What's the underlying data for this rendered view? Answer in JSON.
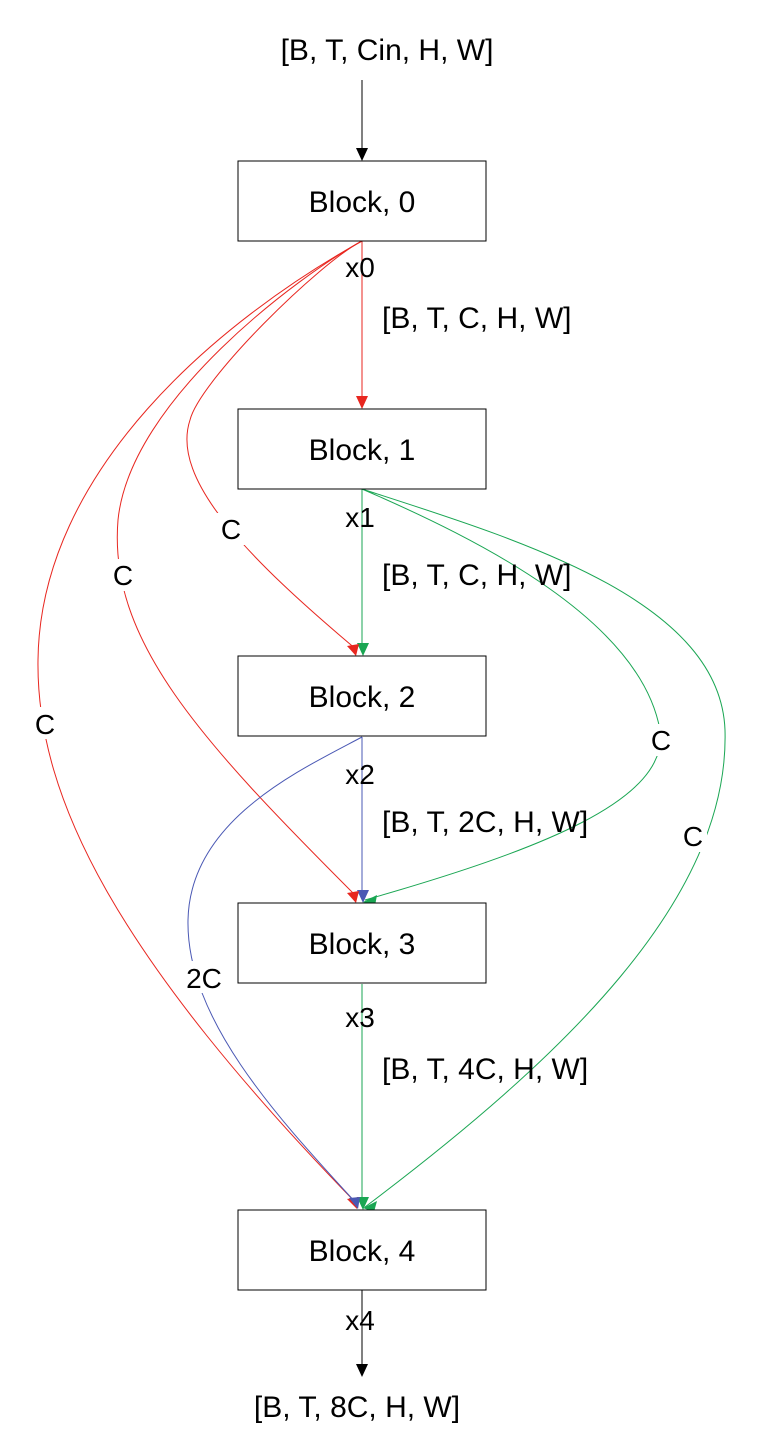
{
  "input_shape": "[B, T, Cin, H, W]",
  "output_shape": "[B, T, 8C, H, W]",
  "blocks": [
    {
      "label": "Block, 0",
      "out_var": "x0",
      "out_shape": "[B, T, C, H, W]"
    },
    {
      "label": "Block, 1",
      "out_var": "x1",
      "out_shape": "[B, T, C, H, W]"
    },
    {
      "label": "Block, 2",
      "out_var": "x2",
      "out_shape": "[B, T, 2C, H, W]"
    },
    {
      "label": "Block, 3",
      "out_var": "x3",
      "out_shape": "[B, T, 4C, H, W]"
    },
    {
      "label": "Block, 4",
      "out_var": "x4"
    }
  ],
  "skip_edges": [
    {
      "from": 0,
      "to": 2,
      "label": "C",
      "color": "#e8261f"
    },
    {
      "from": 0,
      "to": 3,
      "label": "C",
      "color": "#e8261f"
    },
    {
      "from": 0,
      "to": 4,
      "label": "C",
      "color": "#e8261f"
    },
    {
      "from": 1,
      "to": 3,
      "label": "C",
      "color": "#1aa653"
    },
    {
      "from": 1,
      "to": 4,
      "label": "C",
      "color": "#1aa653"
    },
    {
      "from": 2,
      "to": 4,
      "label": "2C",
      "color": "#4a58b4"
    }
  ],
  "colors": {
    "block0_out": "#e8261f",
    "block1_out": "#1aa653",
    "block2_out": "#4a58b4",
    "block3_out": "#1aa653",
    "io_arrow": "#000000"
  }
}
